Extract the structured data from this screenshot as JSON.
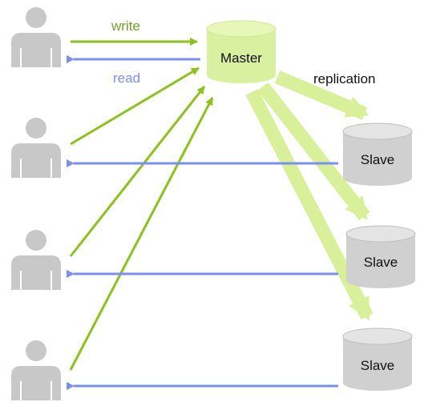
{
  "labels": {
    "write": "write",
    "read": "read",
    "replication": "replication"
  },
  "master": {
    "label": "Master",
    "color": "#d9f0a0"
  },
  "slaves": [
    {
      "label": "Slave"
    },
    {
      "label": "Slave"
    },
    {
      "label": "Slave"
    }
  ],
  "colors": {
    "write_arrow": "#8cc21c",
    "read_arrow": "#7b8ff2",
    "replication_arrow": "#d8f09a",
    "slave_fill": "#d0d0d0",
    "user_fill": "#c8c8c8"
  },
  "icons": {
    "user": "person-icon",
    "database": "database-cylinder-icon"
  }
}
